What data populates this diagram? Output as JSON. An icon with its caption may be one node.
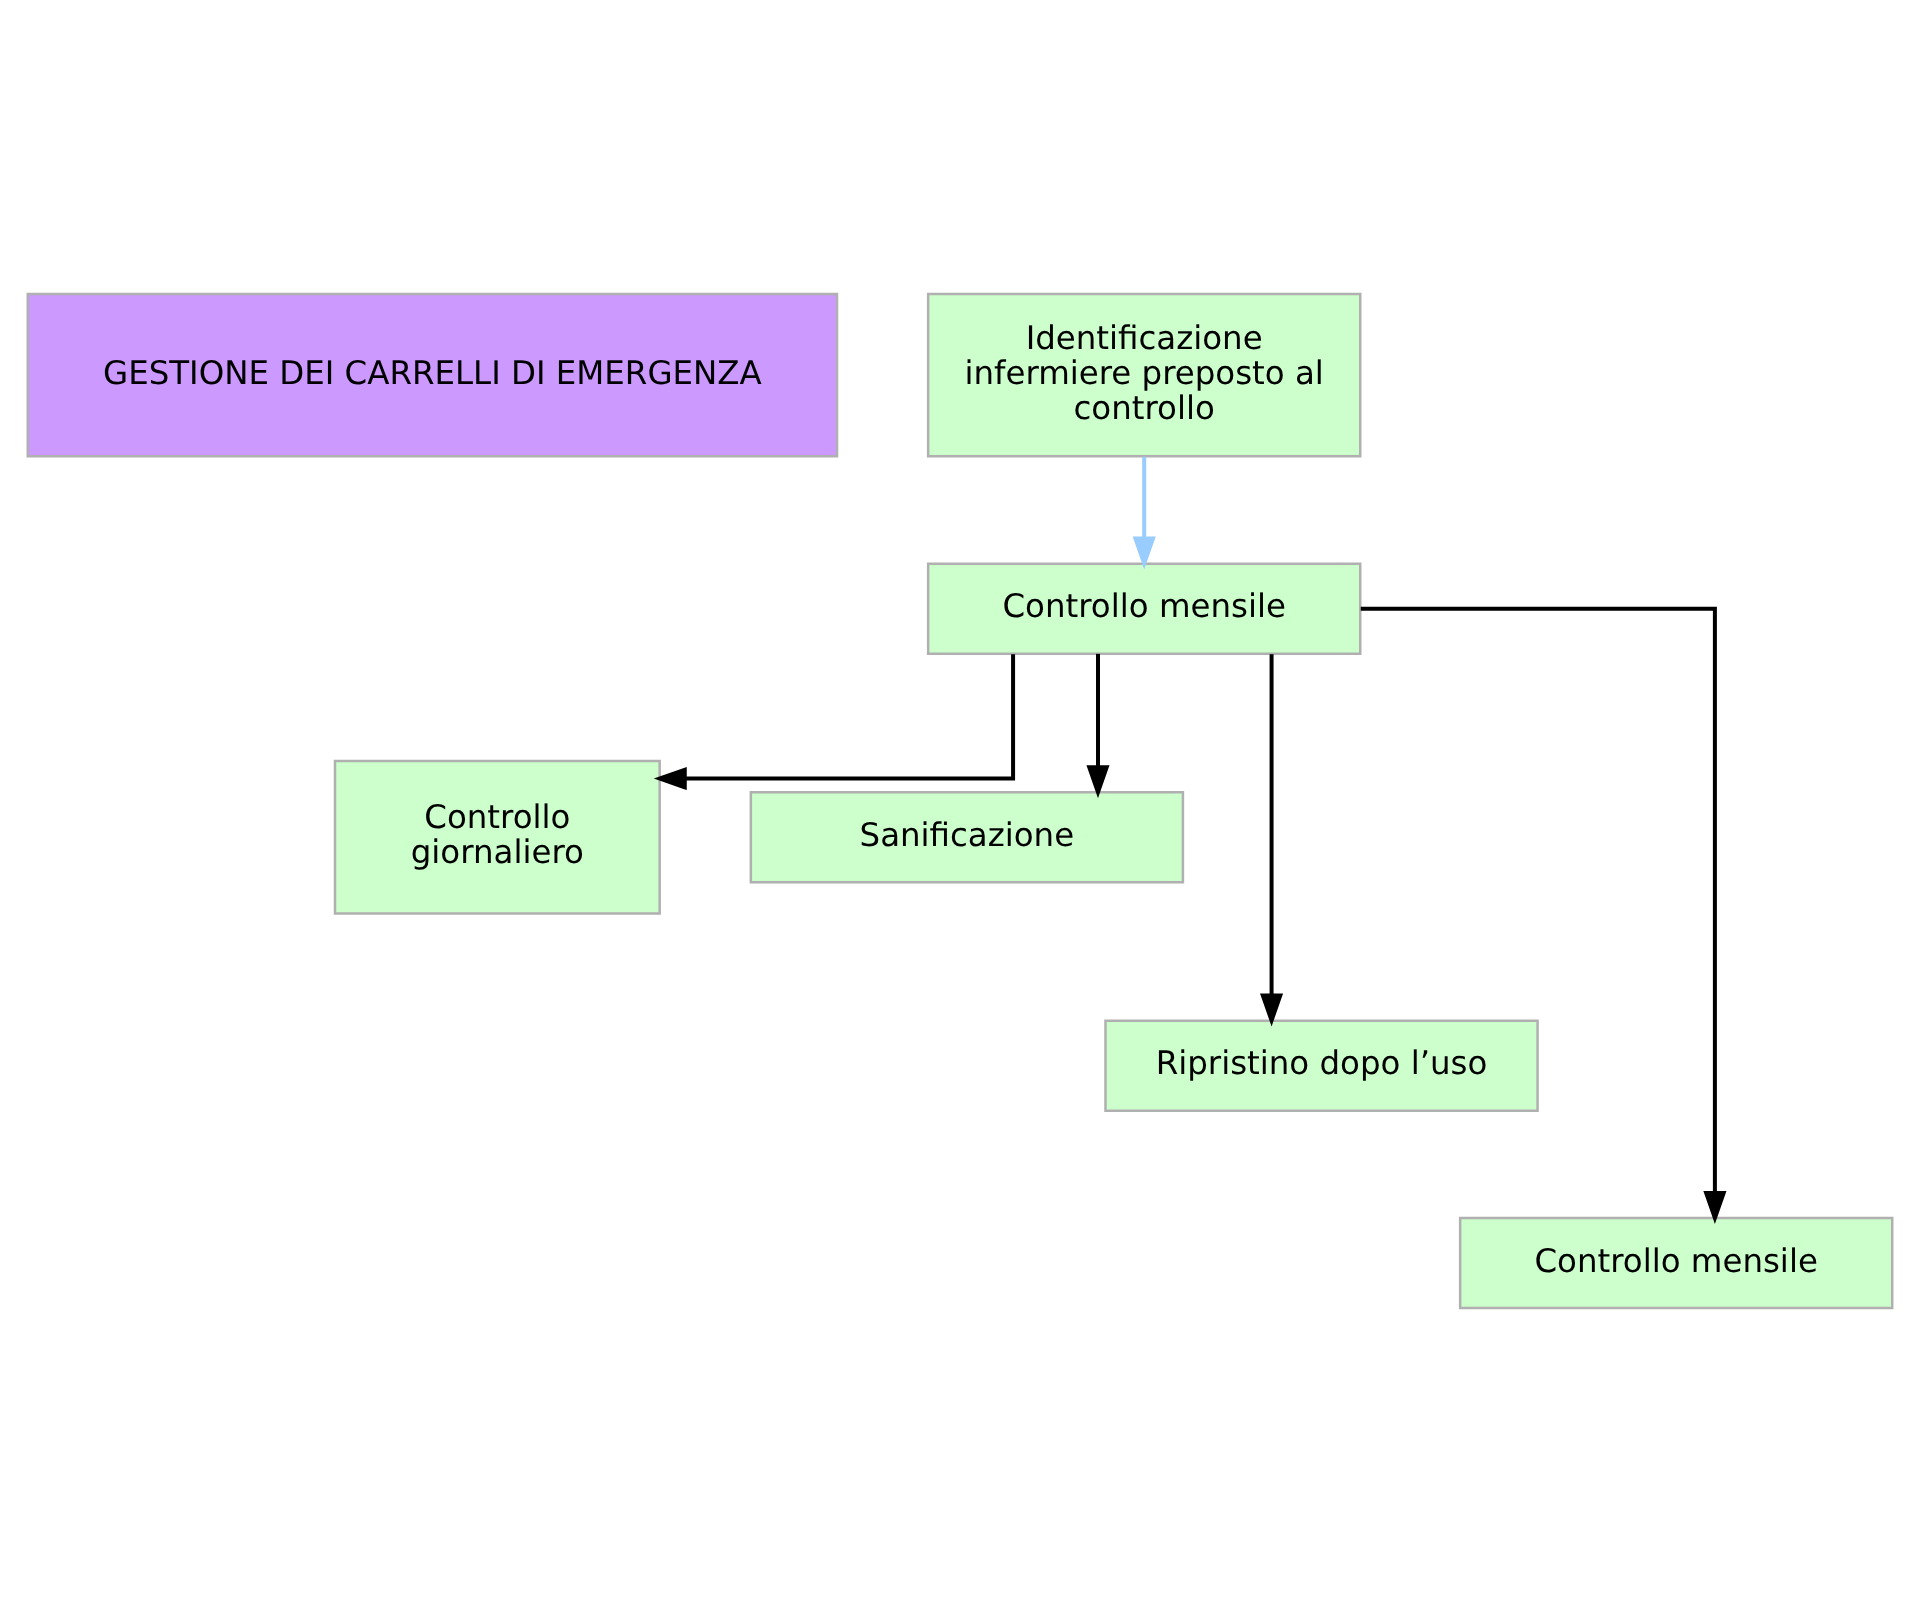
{
  "diagram": {
    "nodes": [
      {
        "text": [
          "GESTIONE DEI CARRELLI DI EMERGENZA"
        ]
      },
      {
        "text": [
          "Identificazione infermiere preposto al controllo"
        ]
      },
      {
        "text": [
          "Controllo mensile"
        ]
      },
      {
        "text": [
          "Controllo giornaliero"
        ]
      },
      {
        "text": [
          "Sanificazione"
        ]
      },
      {
        "text": [
          "Ripristino dopo l’uso"
        ]
      },
      {
        "text": [
          "Controllo mensile"
        ]
      }
    ],
    "edges": [
      {
        "from": 1,
        "to": 2,
        "arrow": "to",
        "color": "#99ccff"
      },
      {
        "from": 2,
        "to": 5,
        "arrow": "to"
      },
      {
        "from": 2,
        "to": 3,
        "arrow": "to"
      },
      {
        "from": 2,
        "to": 6,
        "arrow": "to"
      },
      {
        "from": 2,
        "to": 4,
        "arrow": "to"
      }
    ]
  }
}
